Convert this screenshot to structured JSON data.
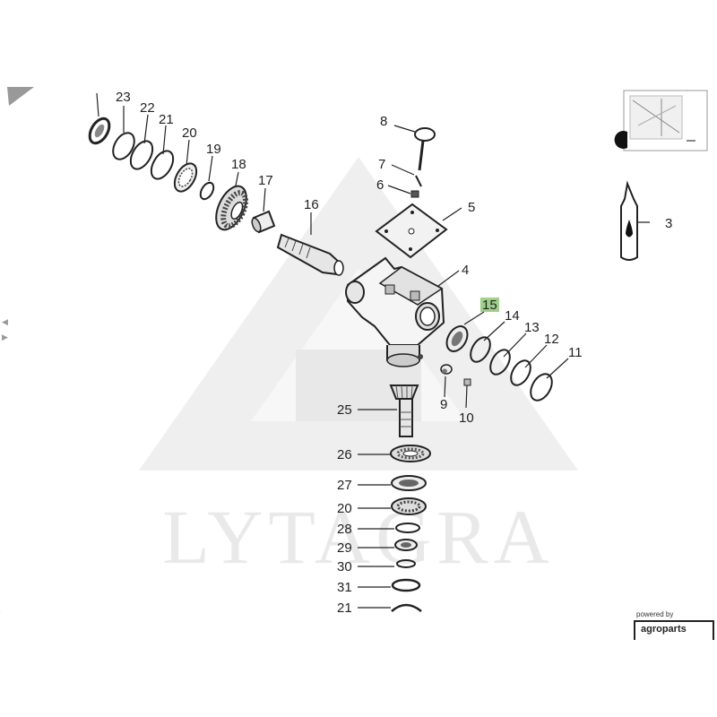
{
  "watermark": {
    "text": "LYTAGRA"
  },
  "callouts": {
    "c23": "23",
    "c22": "22",
    "c21a": "21",
    "c20a": "20",
    "c19": "19",
    "c18": "18",
    "c17": "17",
    "c16": "16",
    "c8": "8",
    "c7": "7",
    "c6": "6",
    "c5": "5",
    "c4": "4",
    "c3": "3",
    "c15": "15",
    "c14": "14",
    "c13": "13",
    "c12": "12",
    "c11": "11",
    "c9": "9",
    "c10": "10",
    "c25": "25",
    "c26": "26",
    "c27": "27",
    "c20b": "20",
    "c28": "28",
    "c29": "29",
    "c30": "30",
    "c31": "31",
    "c21b": "21"
  },
  "highlight": {
    "part": "15",
    "color": "#9fd08a"
  },
  "branding": {
    "powered_by": "powered by",
    "brand": "agroparts"
  },
  "nav": {
    "prev_arrow": "◀",
    "next_arrow": "▶"
  }
}
